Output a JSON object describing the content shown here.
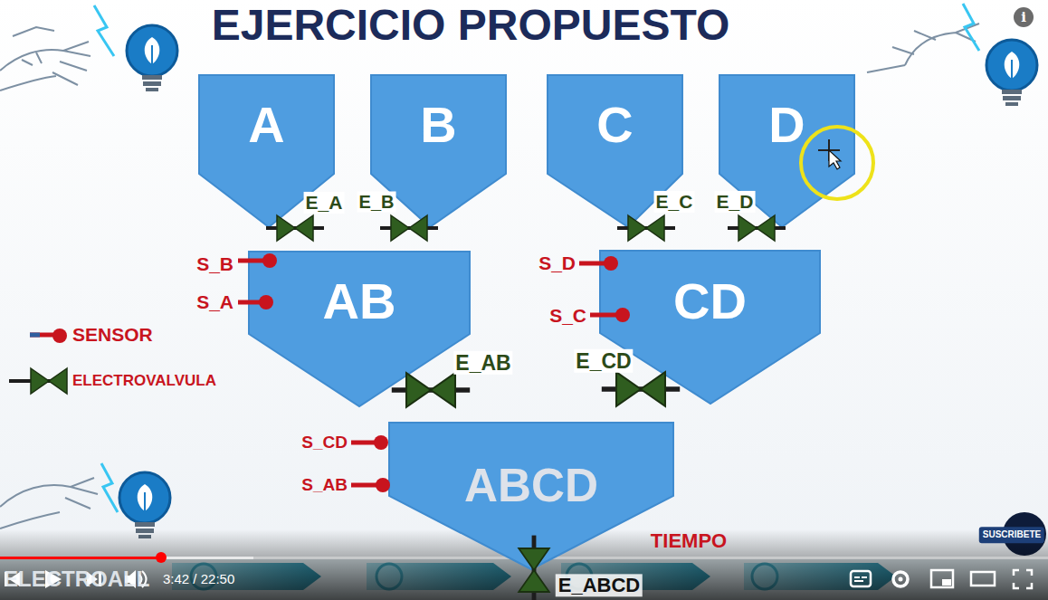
{
  "diagram": {
    "title": "EJERCICIO PROPUESTO",
    "nodes": [
      {
        "text": [
          "A"
        ]
      },
      {
        "text": [
          "B"
        ]
      },
      {
        "text": [
          "C"
        ]
      },
      {
        "text": [
          "D"
        ]
      },
      {
        "text": [
          "AB"
        ]
      },
      {
        "text": [
          "CD"
        ]
      },
      {
        "text": [
          "ABCD"
        ]
      }
    ],
    "labels": [
      "E_A",
      "E_B",
      "E_C",
      "E_D",
      "S_B",
      "S_A",
      "S_D",
      "S_C",
      "E_AB",
      "E_CD",
      "S_CD",
      "S_AB",
      "TIEMPO",
      "E_ABCD",
      "3:42 / 22:50",
      "SUSCRIBETE",
      "i",
      "ELECTROALL"
    ],
    "legend": [
      {
        "text": "SENSOR"
      },
      {
        "text": "ELECTROVALVULA"
      }
    ]
  }
}
